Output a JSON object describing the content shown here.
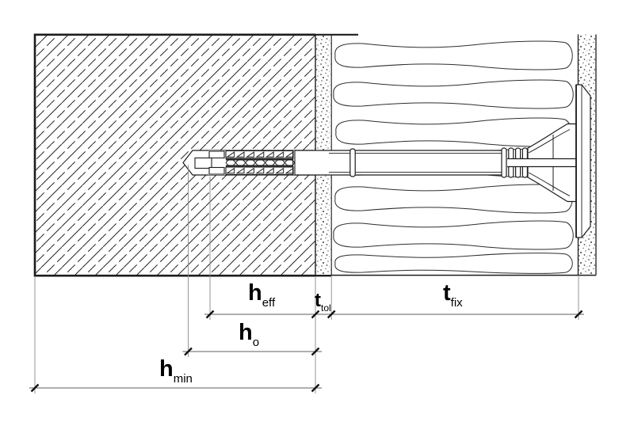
{
  "labels": {
    "h_eff": {
      "main": "h",
      "sub": "eff"
    },
    "t_tol": {
      "main": "t",
      "sub": "tol"
    },
    "t_fix": {
      "main": "t",
      "sub": "fix"
    },
    "h_o": {
      "main": "h",
      "sub": "o"
    },
    "h_min": {
      "main": "h",
      "sub": "min"
    }
  },
  "colors": {
    "outline": "#1c1c1c",
    "dimension_line": "#5f5f5f",
    "extension_line": "#8a8a8a",
    "text": "#000000",
    "background": "#ffffff"
  }
}
